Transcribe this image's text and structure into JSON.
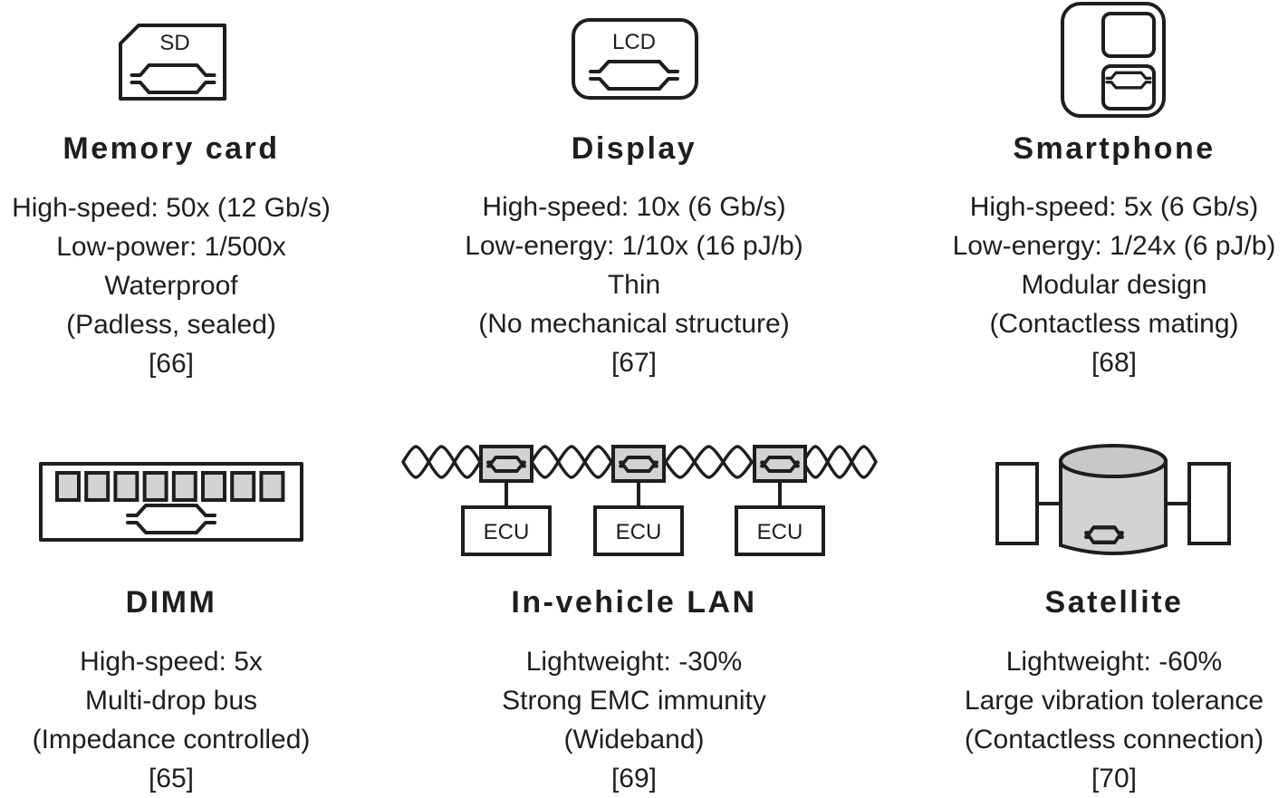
{
  "figure": {
    "colors": {
      "ink": "#1e1e1e",
      "fill_grey": "#d3d3d3",
      "background": "#ffffff"
    },
    "cards": [
      {
        "id": "memory-card",
        "icon": "sd-card-icon",
        "icon_label": "SD",
        "title": "Memory card",
        "lines": [
          "High-speed: 50x (12 Gb/s)",
          "Low-power: 1/500x",
          "Waterproof",
          "(Padless, sealed)",
          "[66]"
        ]
      },
      {
        "id": "display",
        "icon": "lcd-display-icon",
        "icon_label": "LCD",
        "title": "Display",
        "lines": [
          "High-speed: 10x (6 Gb/s)",
          "Low-energy: 1/10x (16 pJ/b)",
          "Thin",
          "(No mechanical structure)",
          "[67]"
        ]
      },
      {
        "id": "smartphone",
        "icon": "modular-smartphone-icon",
        "title": "Smartphone",
        "lines": [
          "High-speed: 5x (6 Gb/s)",
          "Low-energy: 1/24x (6 pJ/b)",
          "Modular design",
          "(Contactless mating)",
          "[68]"
        ]
      },
      {
        "id": "dimm",
        "icon": "dimm-module-icon",
        "title": "DIMM",
        "lines": [
          "High-speed: 5x",
          "Multi-drop bus",
          "(Impedance controlled)",
          "[65]"
        ]
      },
      {
        "id": "in-vehicle-lan",
        "icon": "twisted-pair-ecu-network-icon",
        "ecu_labels": [
          "ECU",
          "ECU",
          "ECU"
        ],
        "title": "In-vehicle LAN",
        "lines": [
          "Lightweight: -30%",
          "Strong EMC immunity",
          "(Wideband)",
          "[69]"
        ]
      },
      {
        "id": "satellite",
        "icon": "satellite-icon",
        "title": "Satellite",
        "lines": [
          "Lightweight: -60%",
          "Large vibration tolerance",
          "(Contactless connection)",
          "[70]"
        ]
      }
    ]
  }
}
